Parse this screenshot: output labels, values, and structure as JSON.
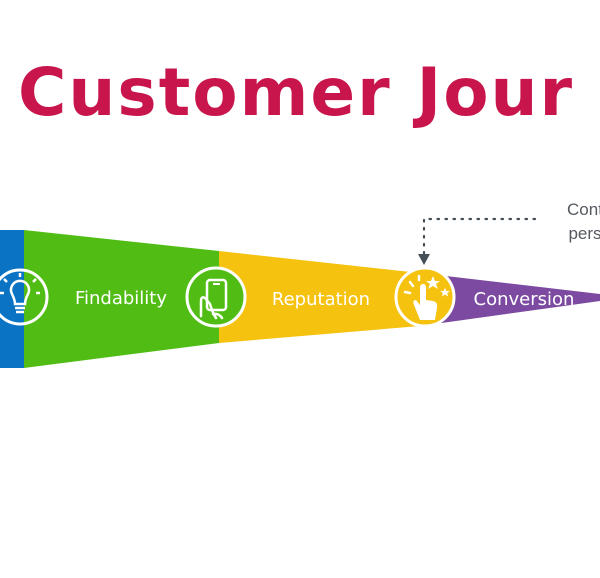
{
  "title": "Customer Jour",
  "annotation": {
    "line1": "Cont",
    "line2": "pers"
  },
  "stages": [
    {
      "label": "",
      "color": "#0a73c4",
      "icon": "lightbulb-icon"
    },
    {
      "label": "Findability",
      "color": "#51bd14",
      "icon": "smartphone-hand-icon"
    },
    {
      "label": "Reputation",
      "color": "#f5c20f",
      "icon": "hand-click-stars-icon"
    },
    {
      "label": "Conversion",
      "color": "#7c4aa0",
      "icon": ""
    }
  ],
  "colors": {
    "title": "#c8164d",
    "annotation_text": "#555a60",
    "dotted_line": "#454d57"
  }
}
